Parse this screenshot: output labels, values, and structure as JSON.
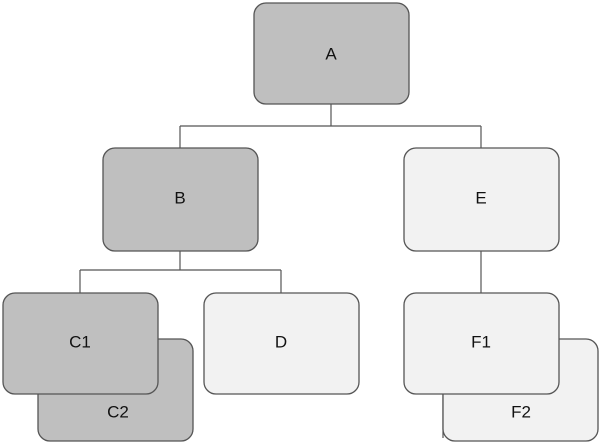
{
  "diagram": {
    "nodes": {
      "a": "A",
      "b": "B",
      "e": "E",
      "c1": "C1",
      "c2": "C2",
      "d": "D",
      "f1": "F1",
      "f2": "F2"
    },
    "colors": {
      "dark_fill": "#bfbfbf",
      "light_fill": "#f2f2f2",
      "stroke": "#555555"
    }
  }
}
